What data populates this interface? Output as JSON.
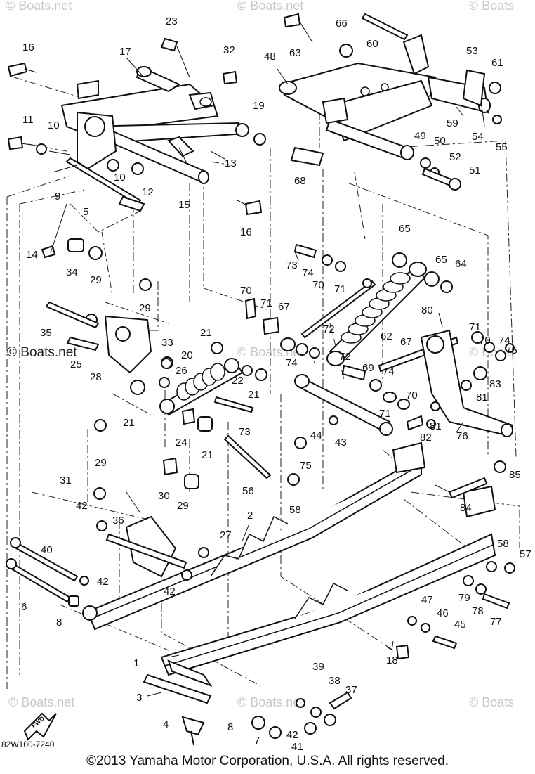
{
  "watermarks": {
    "top_left": "© Boats.net",
    "top_center": "© Boats.net",
    "top_right": "© Boats",
    "mid_left": "© Boats.net",
    "mid_center": "© Boats.net",
    "mid_right": "© Boats",
    "bottom_left": "© Boats.net",
    "bottom_center": "© Boats.net",
    "bottom_right": "© Boats"
  },
  "diagram_code": "82W100-7240",
  "fwd_label": "FWD",
  "copyright": "©2013 Yamaha Motor Corporation, U.S.A. All rights reserved.",
  "part_numbers": {
    "p1": "1",
    "p2": "2",
    "p3": "3",
    "p4": "4",
    "p5": "5",
    "p6": "6",
    "p7": "7",
    "p8a": "8",
    "p8b": "8",
    "p9": "9",
    "p10a": "10",
    "p10b": "10",
    "p11": "11",
    "p12": "12",
    "p13": "13",
    "p14": "14",
    "p15": "15",
    "p16a": "16",
    "p16b": "16",
    "p17": "17",
    "p18": "18",
    "p19": "19",
    "p20": "20",
    "p21a": "21",
    "p21b": "21",
    "p21c": "21",
    "p21d": "21",
    "p22": "22",
    "p23": "23",
    "p24": "24",
    "p25": "25",
    "p26": "26",
    "p27": "27",
    "p28": "28",
    "p29a": "29",
    "p29b": "29",
    "p29c": "29",
    "p29d": "29",
    "p30": "30",
    "p31": "31",
    "p32": "32",
    "p33": "33",
    "p34": "34",
    "p35": "35",
    "p36": "36",
    "p37": "37",
    "p38": "38",
    "p39": "39",
    "p40": "40",
    "p41": "41",
    "p42a": "42",
    "p42b": "42",
    "p42c": "42",
    "p42d": "42",
    "p43": "43",
    "p44": "44",
    "p45": "45",
    "p46": "46",
    "p47": "47",
    "p48": "48",
    "p49": "49",
    "p50": "50",
    "p51": "51",
    "p52": "52",
    "p53": "53",
    "p54": "54",
    "p55": "55",
    "p56": "56",
    "p57": "57",
    "p58a": "58",
    "p58b": "58",
    "p59": "59",
    "p60": "60",
    "p61": "61",
    "p62": "62",
    "p63": "63",
    "p64": "64",
    "p65a": "65",
    "p65b": "65",
    "p66": "66",
    "p67a": "67",
    "p67b": "67",
    "p68": "68",
    "p69": "69",
    "p70a": "70",
    "p70b": "70",
    "p70c": "70",
    "p70d": "70",
    "p71a": "71",
    "p71b": "71",
    "p71c": "71",
    "p71d": "71",
    "p72a": "72",
    "p72b": "72",
    "p73a": "73",
    "p73b": "73",
    "p74a": "74",
    "p74b": "74",
    "p74c": "74",
    "p74d": "74",
    "p75a": "75",
    "p75b": "75",
    "p76": "76",
    "p77": "77",
    "p78": "78",
    "p79": "79",
    "p80": "80",
    "p81a": "81",
    "p81b": "81",
    "p82": "82",
    "p83": "83",
    "p84": "84",
    "p85": "85"
  }
}
